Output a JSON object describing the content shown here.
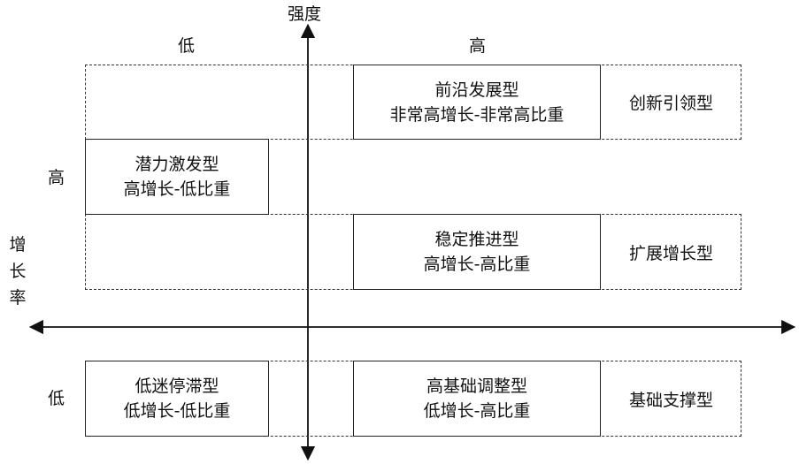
{
  "axes": {
    "y_label": "强度",
    "x_label": "增长率",
    "top_low": "低",
    "top_high": "高",
    "left_high": "高",
    "left_low": "低"
  },
  "quadrants": {
    "frontier": {
      "name": "前沿发展型",
      "desc": "非常高增长-非常高比重"
    },
    "potential": {
      "name": "潜力激发型",
      "desc": "高增长-低比重"
    },
    "stable": {
      "name": "稳定推进型",
      "desc": "高增长-高比重"
    },
    "stagnant": {
      "name": "低迷停滞型",
      "desc": "低增长-低比重"
    },
    "adjust": {
      "name": "高基础调整型",
      "desc": "低增长-高比重"
    }
  },
  "groups": {
    "innovation": "创新引领型",
    "expansion": "扩展增长型",
    "support": "基础支撑型"
  }
}
